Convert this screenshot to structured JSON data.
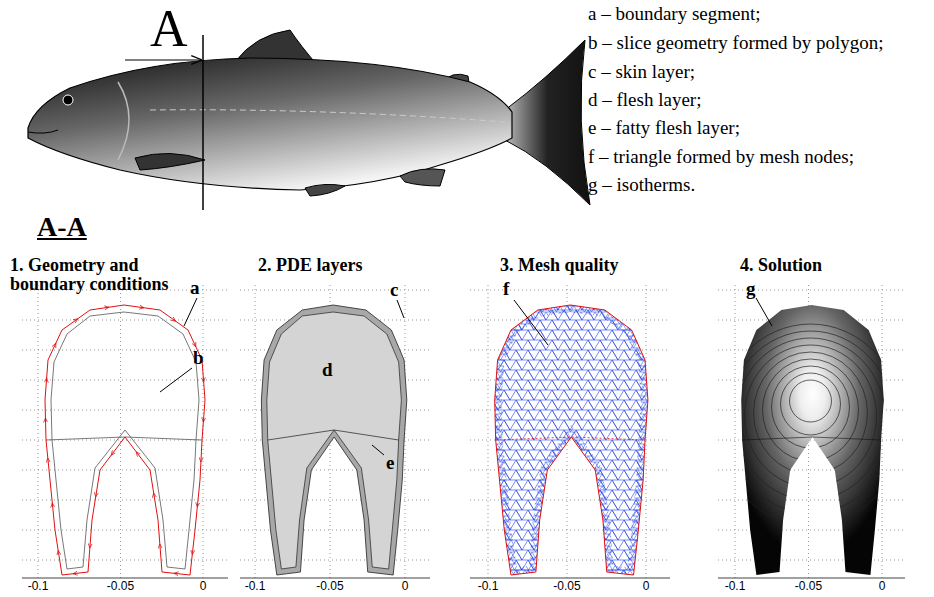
{
  "diagram": {
    "labels": [
      "A",
      "a – boundary segment;",
      "b – slice geometry formed by polygon;",
      "c – skin layer;",
      "d – flesh layer;",
      "e – fatty flesh layer;",
      "f – triangle formed by mesh nodes;",
      "g – isotherms.",
      "A-A",
      "1. Geometry and boundary conditions",
      "2. PDE layers",
      "3. Mesh quality",
      "4. Solution",
      "a",
      "b",
      "c",
      "d",
      "e",
      "f",
      "g",
      "-0.1",
      "-0.05",
      "0",
      "-0.1",
      "-0.05",
      "0",
      "-0.1",
      "-0.05",
      "0",
      "-0.1",
      "-0.05",
      "0"
    ]
  }
}
